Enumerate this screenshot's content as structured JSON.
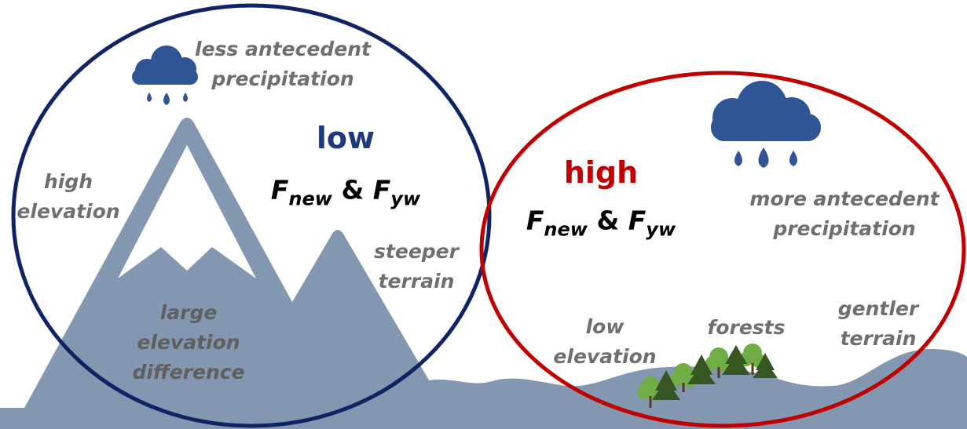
{
  "colors": {
    "terrain": "#8497b0",
    "left_ellipse": "#0e2464",
    "right_ellipse": "#c00000",
    "cloud": "#2f5597",
    "label": "#6f6f6f",
    "tree_dark": "#375623",
    "tree_light": "#70ad47"
  },
  "left": {
    "precip": [
      "less antecedent",
      "precipitation"
    ],
    "level": "low",
    "f1": "F",
    "f1_sub": "new",
    "amp": "&",
    "f2": "F",
    "f2_sub": "yw",
    "elev": [
      "high",
      "elevation"
    ],
    "terrain": [
      "steeper",
      "terrain"
    ],
    "diff": [
      "large",
      "elevation",
      "difference"
    ]
  },
  "right": {
    "precip": [
      "more antecedent",
      "precipitation"
    ],
    "level": "high",
    "f1": "F",
    "f1_sub": "new",
    "amp": "&",
    "f2": "F",
    "f2_sub": "yw",
    "elev": [
      "low",
      "elevation"
    ],
    "forests": "forests",
    "terrain": [
      "gentler",
      "terrain"
    ]
  }
}
